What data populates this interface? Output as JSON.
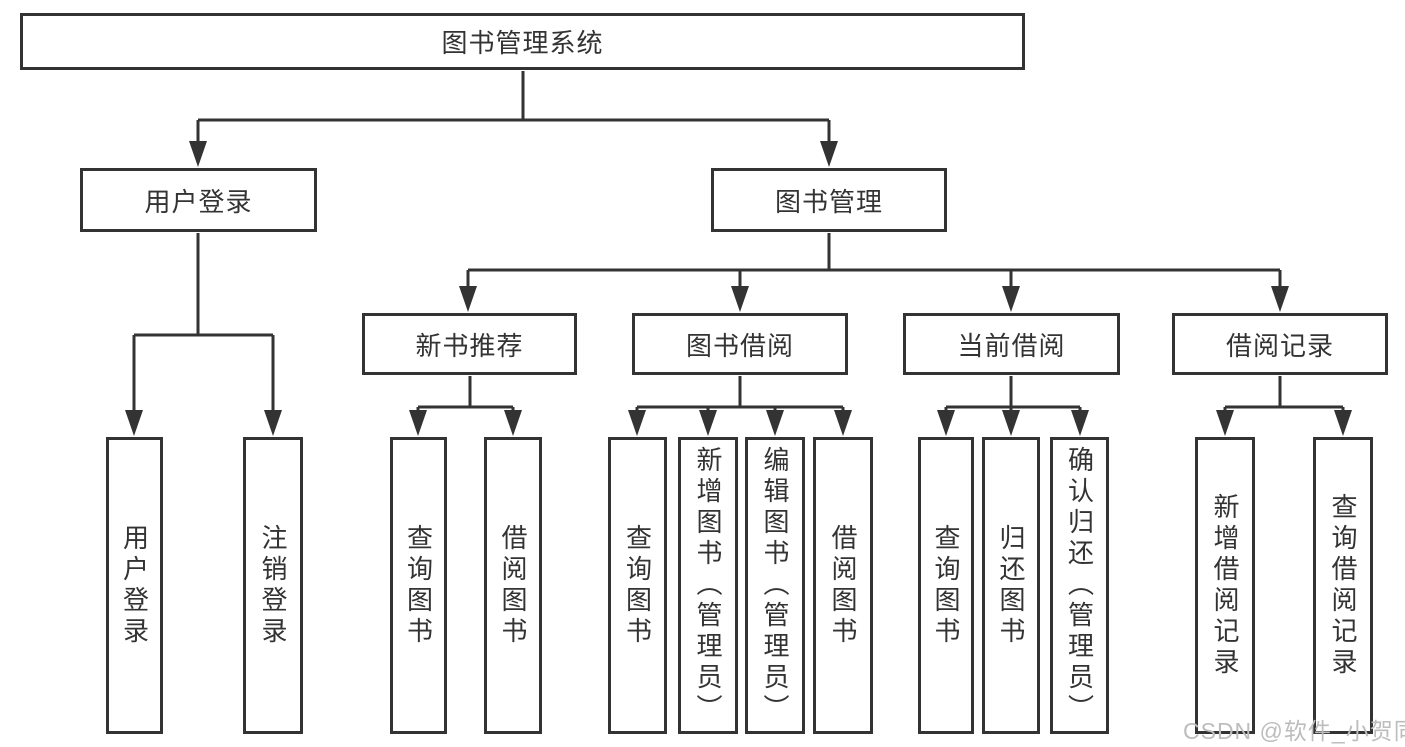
{
  "diagram": {
    "tree": {
      "label": "图书管理系统",
      "children": [
        {
          "label": "用户登录",
          "children": [
            {
              "label": "用户登录"
            },
            {
              "label": "注销登录"
            }
          ]
        },
        {
          "label": "图书管理",
          "children": [
            {
              "label": "新书推荐",
              "children": [
                {
                  "label": "查询图书"
                },
                {
                  "label": "借阅图书"
                }
              ]
            },
            {
              "label": "图书借阅",
              "children": [
                {
                  "label": "查询图书"
                },
                {
                  "label": "新增图书（管理员）"
                },
                {
                  "label": "编辑图书（管理员）"
                },
                {
                  "label": "借阅图书"
                }
              ]
            },
            {
              "label": "当前借阅",
              "children": [
                {
                  "label": "查询图书"
                },
                {
                  "label": "归还图书"
                },
                {
                  "label": "确认归还（管理员）"
                }
              ]
            },
            {
              "label": "借阅记录",
              "children": [
                {
                  "label": "新增借阅记录"
                },
                {
                  "label": "查询借阅记录"
                }
              ]
            }
          ]
        }
      ]
    }
  },
  "watermark": "CSDN @软件_小贺同学",
  "colors": {
    "line": "#333333",
    "box_border": "#333333",
    "box_background": "#ffffff",
    "text": "#333333",
    "watermark": "#bdbdbd"
  }
}
